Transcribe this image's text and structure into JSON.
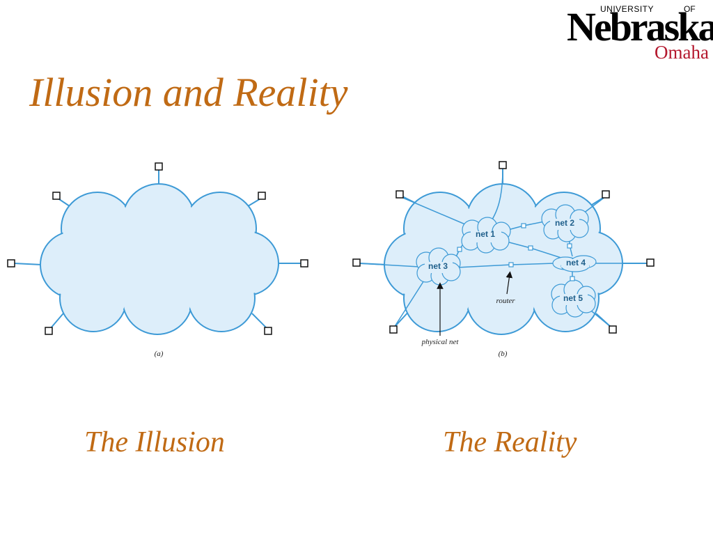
{
  "logo": {
    "university": "UNIVERSITY",
    "of": "OF",
    "wordmark": "Nebraska",
    "campus": "Omaha"
  },
  "slide": {
    "title": "Illusion and Reality"
  },
  "figure_a": {
    "label": "(a)",
    "caption": "The Illusion"
  },
  "figure_b": {
    "label": "(b)",
    "caption": "The Reality",
    "networks": [
      "net 1",
      "net 2",
      "net 3",
      "net 4",
      "net 5"
    ],
    "annotations": {
      "router": "router",
      "physical_net": "physical net"
    }
  },
  "colors": {
    "title": "#c06a14",
    "cloud_fill": "#ddeefa",
    "cloud_stroke": "#3d9ad6",
    "campus": "#b4182e"
  }
}
